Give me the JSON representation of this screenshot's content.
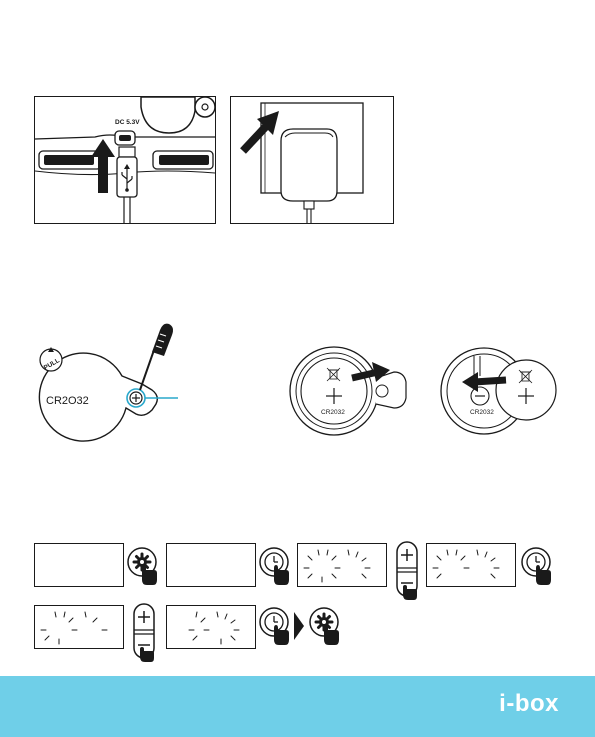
{
  "power": {
    "dc_label": "DC 5.3V"
  },
  "battery": {
    "pull_label": "PULL",
    "cell_label": "CR2O32",
    "coin_label": "CR2032"
  },
  "steps": {
    "row1": [
      "settings-icon",
      "clock-icon",
      "plus-minus-icon",
      "clock-icon"
    ],
    "row2": [
      "plus-minus-icon",
      "clock-icon",
      "arrow-icon",
      "settings-icon"
    ]
  },
  "footer": {
    "brand": "i-box",
    "color": "#6fcfe8"
  }
}
